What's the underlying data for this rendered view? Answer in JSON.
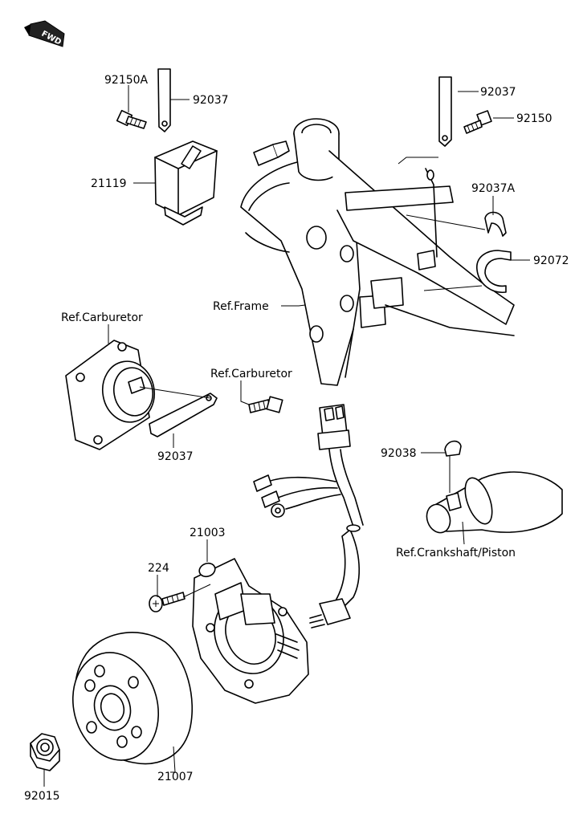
{
  "fwd_label": "FWD",
  "labels": {
    "p92150A": "92150A",
    "p92037_relay": "92037",
    "p21119": "21119",
    "p92037_frame": "92037",
    "p92150": "92150",
    "p92037A": "92037A",
    "p92072": "92072",
    "ref_frame": "Ref.Frame",
    "ref_carb_left": "Ref.Carburetor",
    "ref_carb_right": "Ref.Carburetor",
    "p92037_carb": "92037",
    "p92038": "92038",
    "ref_crank": "Ref.Crankshaft/Piston",
    "p21003": "21003",
    "p224": "224",
    "p92015": "92015",
    "p21007": "21007"
  }
}
